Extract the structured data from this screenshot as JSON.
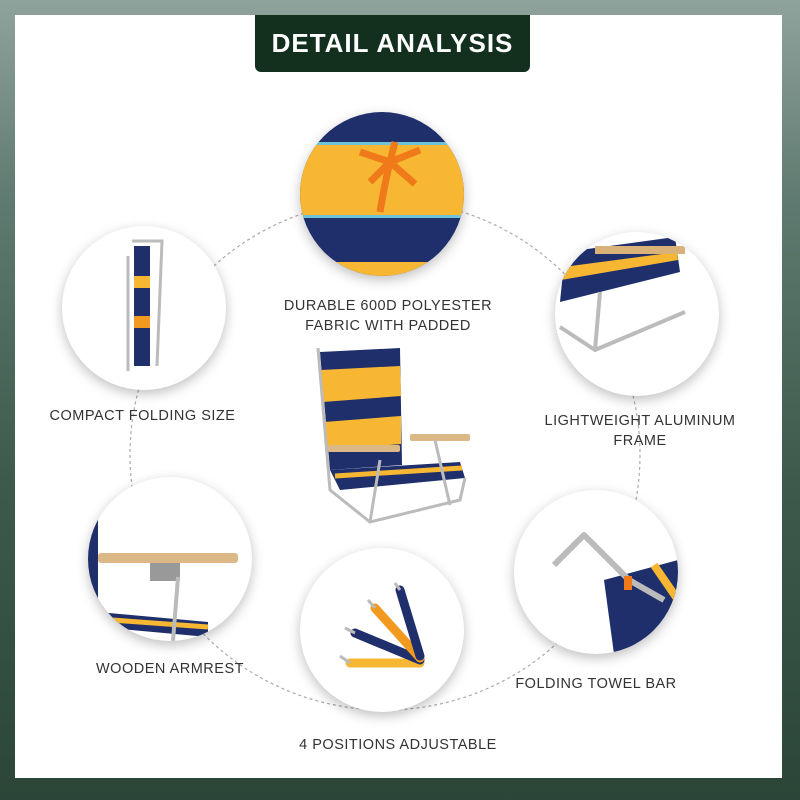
{
  "header": {
    "title": "DETAIL ANALYSIS"
  },
  "features": [
    {
      "label": "DURABLE 600D POLYESTER FABRIC WITH PADDED",
      "line1": "DURABLE 600D POLYESTER",
      "line2": "FABRIC WITH PADDED"
    },
    {
      "label": "COMPACT FOLDING SIZE"
    },
    {
      "label": "LIGHTWEIGHT ALUMINUM FRAME",
      "line1": "LIGHTWEIGHT ALUMINUM",
      "line2": "FRAME"
    },
    {
      "label": "WOODEN ARMREST"
    },
    {
      "label": "4 POSITIONS ADJUSTABLE"
    },
    {
      "label": "FOLDING TOWEL BAR"
    }
  ],
  "colors": {
    "navy": "#1f2f6b",
    "orange": "#f29a1f",
    "yellow": "#f7c531",
    "header": "#13301f"
  }
}
